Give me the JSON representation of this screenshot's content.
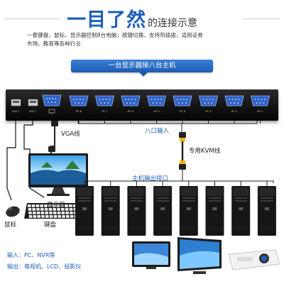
{
  "title": {
    "big": "一目了然",
    "small": "的连接示意"
  },
  "description": {
    "line1": "一套键盘、鼠标、显示器控制8台电脑；按键切换、支持热插拔，适用证券",
    "line2": "市场、教育等各种行业"
  },
  "banner": "一台显示器接八台主机",
  "device": {
    "usb_port_labels": [
      "USB 1",
      "USB 2"
    ],
    "pc_port_labels": [
      "PC 8",
      "PC 7",
      "PC 6",
      "PC 5",
      "PC 4",
      "PC 3",
      "PC 2",
      "PC 1"
    ]
  },
  "labels": {
    "vga_cable": "VGA线",
    "monitor": "显示器",
    "mouse": "鼠标",
    "keyboard": "键盘",
    "input8": "八口输入",
    "kvm_cable": "专用KVM线",
    "host_output": "主机输出接口"
  },
  "bottom": {
    "input": "输入：PC、NVR等",
    "output": "输出：电视机、LCD、投影仪"
  },
  "colors": {
    "accent_blue": "#1e5fb8",
    "device_black": "#111111",
    "port_blue": "#2f63c8",
    "cable_yellow": "#f0b400"
  },
  "host_count": 8
}
